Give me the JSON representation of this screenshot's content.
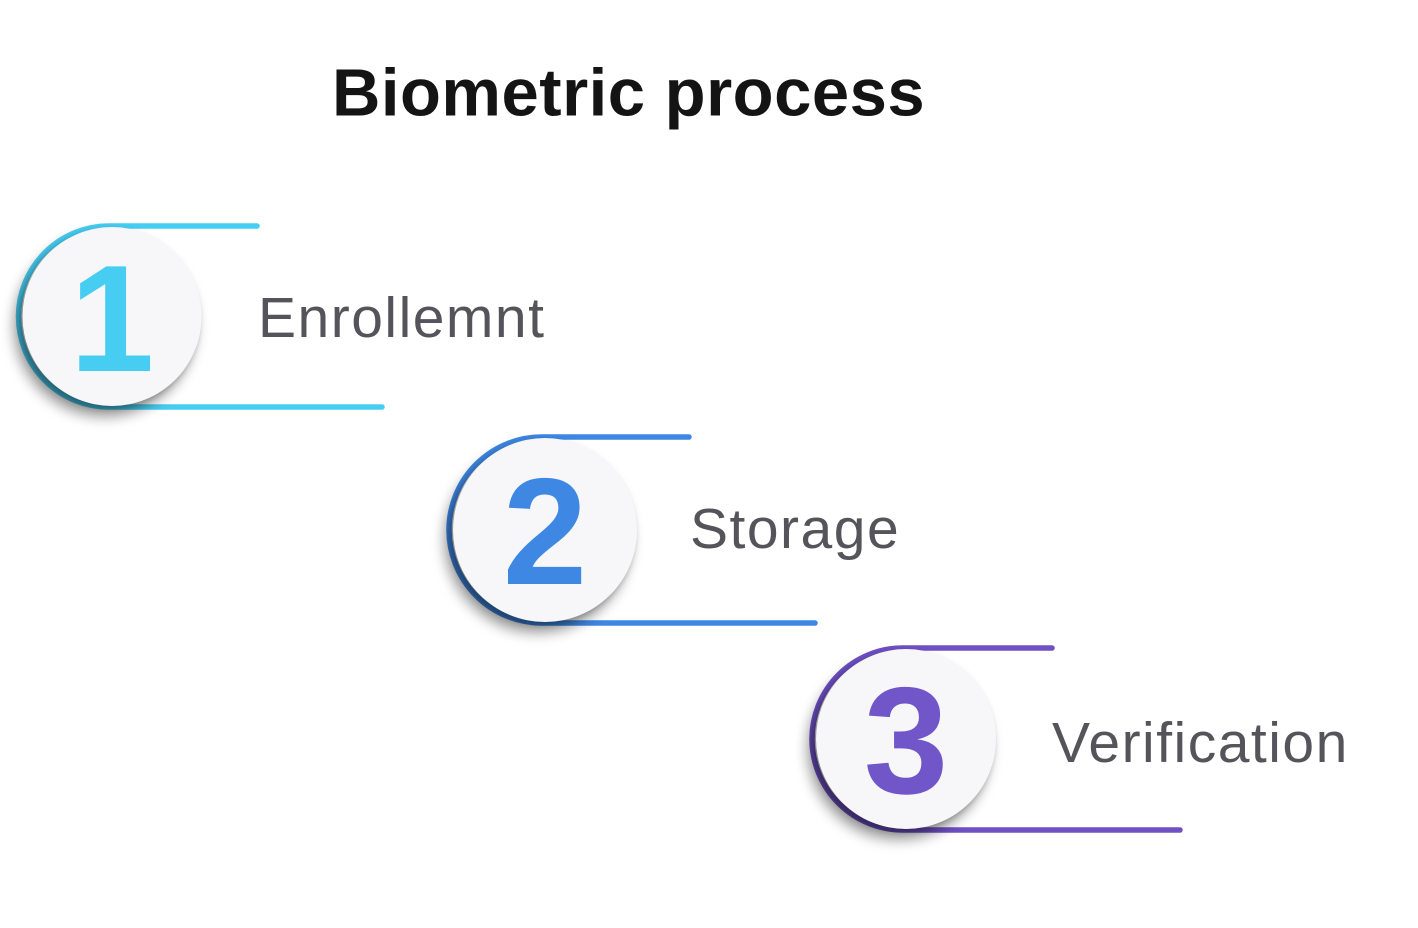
{
  "title": "Biometric process",
  "steps": [
    {
      "number": "1",
      "label": "Enrollemnt",
      "line_color": "#47CDF2",
      "number_color": "#47CDF2"
    },
    {
      "number": "2",
      "label": "Storage",
      "line_color": "#3E87E3",
      "number_color": "#3E87E3"
    },
    {
      "number": "3",
      "label": "Verification",
      "line_color": "#6F50C5",
      "number_color": "#7156C9"
    }
  ],
  "colors": {
    "background": "#FFFFFF",
    "title_text": "#141414",
    "label_text": "#55545A",
    "circle_fill": "#F7F7F9"
  }
}
